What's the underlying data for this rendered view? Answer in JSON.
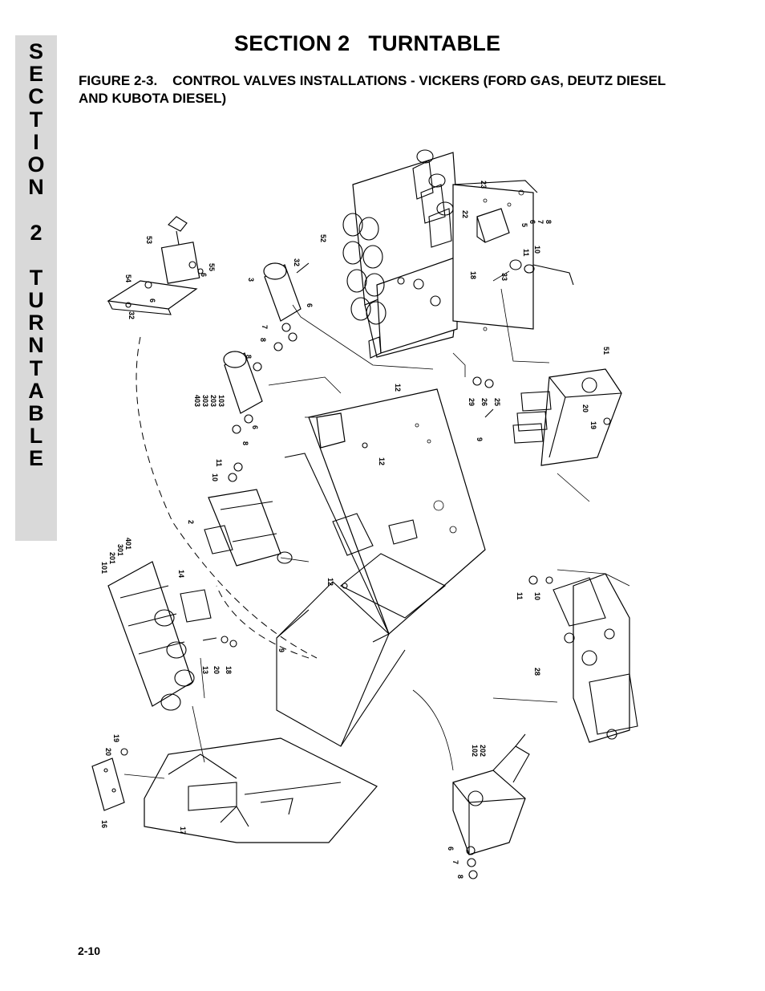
{
  "side_tab": {
    "letters": [
      "S",
      "E",
      "C",
      "T",
      "I",
      "O",
      "N",
      " ",
      "2",
      " ",
      "T",
      "U",
      "R",
      "N",
      "T",
      "A",
      "B",
      "L",
      "E"
    ]
  },
  "section_title": "SECTION 2   TURNTABLE",
  "figure_caption": "FIGURE 2-3.    CONTROL VALVES INSTALLATIONS - VICKERS (FORD GAS, DEUTZ DIESEL AND KUBOTA DIESEL)",
  "callouts": {
    "c23": "23",
    "c22": "22",
    "c5": "5",
    "c6a": "6",
    "c7a": "7",
    "c8a": "8",
    "c52": "52",
    "c10a": "10",
    "c11a": "11",
    "c18a": "18",
    "c33": "33",
    "c53": "53",
    "c55": "55",
    "c6b": "6",
    "c54": "54",
    "c32a": "32",
    "c6c": "6",
    "c3": "3",
    "c32b": "32",
    "c6d": "6",
    "c7b": "7",
    "c8b": "8",
    "c51": "51",
    "c29": "29",
    "c26": "26",
    "c25": "25",
    "c9a": "9",
    "c20a": "20",
    "c19a": "19",
    "c12a": "12",
    "c12b": "12",
    "c8c": "8",
    "c403": "403",
    "c303": "303",
    "c203": "203",
    "c103": "103",
    "c6e": "6",
    "c8d": "8",
    "c10b": "10",
    "c11b": "11",
    "c2": "2",
    "c101": "101",
    "c201": "201",
    "c301": "301",
    "c401": "401",
    "c14": "14",
    "c12c": "12",
    "c9b": "9",
    "c13": "13",
    "c20b": "20",
    "c18b": "18",
    "c11c": "11",
    "c10c": "10",
    "c28": "28",
    "c20c": "20",
    "c19b": "19",
    "c16": "16",
    "c17": "17",
    "c102": "102",
    "c202": "202",
    "c6f": "6",
    "c7c": "7",
    "c8e": "8"
  },
  "page_number": "2-10"
}
